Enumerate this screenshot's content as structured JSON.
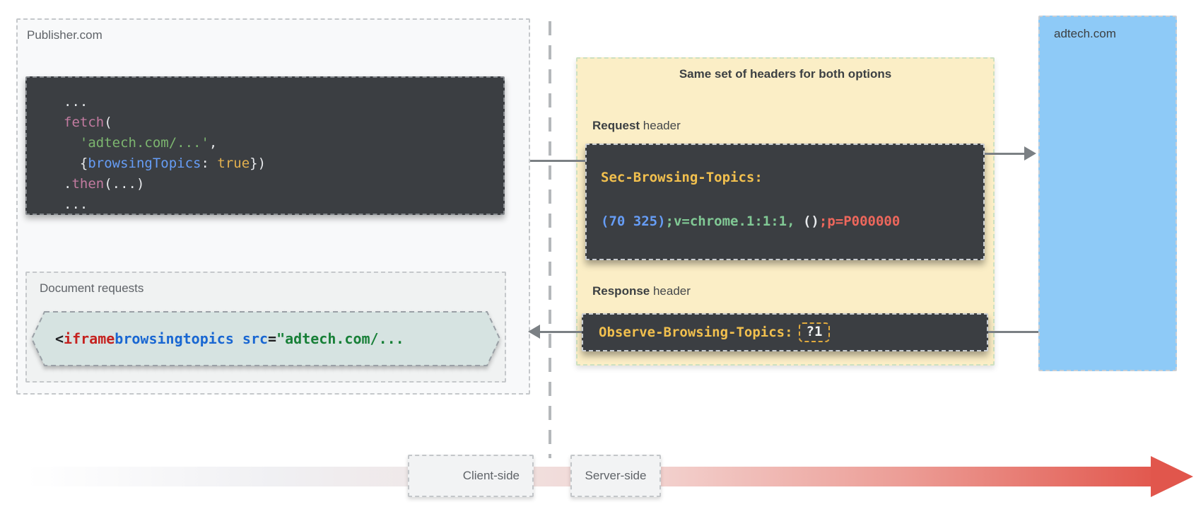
{
  "publisher": {
    "label": "Publisher.com",
    "fetch_code": {
      "lines": [
        [
          {
            "t": "...",
            "c": "white"
          }
        ],
        [
          {
            "t": "fetch",
            "c": "pink"
          },
          {
            "t": "(",
            "c": "white"
          }
        ],
        [
          {
            "t": "  'adtech.com/...'",
            "c": "green"
          },
          {
            "t": ",",
            "c": "white"
          }
        ],
        [
          {
            "t": "  {",
            "c": "white"
          },
          {
            "t": "browsingTopics",
            "c": "blue"
          },
          {
            "t": ": ",
            "c": "white"
          },
          {
            "t": "true",
            "c": "yellow"
          },
          {
            "t": "})",
            "c": "white"
          }
        ],
        [
          {
            "t": ".",
            "c": "white"
          },
          {
            "t": "then",
            "c": "pink"
          },
          {
            "t": "(...)",
            "c": "white"
          }
        ],
        [
          {
            "t": "...",
            "c": "white"
          }
        ]
      ]
    },
    "document_requests": {
      "label": "Document requests",
      "iframe_code": [
        {
          "t": "<",
          "c": "dark"
        },
        {
          "t": "iframe",
          "c": "dkred"
        },
        {
          "t": " ",
          "c": "dark"
        },
        {
          "t": "browsingtopics src",
          "c": "dkblue"
        },
        {
          "t": "=",
          "c": "dark"
        },
        {
          "t": "\"adtech.com/...",
          "c": "dkgreen"
        }
      ]
    }
  },
  "headers_panel": {
    "title": "Same set of headers for both options",
    "request": {
      "label_bold": "Request",
      "label_rest": " header",
      "code_lines": [
        [
          {
            "t": "Sec-Browsing-Topics:",
            "c": "gold"
          }
        ],
        [
          {
            "t": "(70 325)",
            "c": "blue"
          },
          {
            "t": ";v=chrome.1:1:1,",
            "c": "ltgreen"
          },
          {
            "t": " ()",
            "c": "white"
          },
          {
            "t": ";p=P000000",
            "c": "red"
          }
        ]
      ]
    },
    "response": {
      "label_bold": "Response",
      "label_rest": " header",
      "code_label": [
        {
          "t": "Observe-Browsing-Topics:",
          "c": "gold"
        }
      ],
      "value_badge": "?1"
    }
  },
  "adtech": {
    "label": "adtech.com"
  },
  "timeline": {
    "client_label": "Client-side",
    "server_label": "Server-side"
  },
  "colors": {
    "panel_yellow": "#fbeec6",
    "panel_yellow_border": "#cde0bf",
    "adtech_blue": "#8ecaf7",
    "dark_block": "#3b3e42",
    "hexagon_teal": "#d6e3e1",
    "arrow_gray": "#7b8084",
    "timeline_red": "#e2594f",
    "token_pink": "#c27ba0",
    "token_green": "#7cb56f",
    "token_blue": "#669df6",
    "token_yellow": "#e3b04e",
    "token_gold": "#f2c04e",
    "token_light_green": "#81c995",
    "token_red": "#ee675c",
    "token_white": "#e8eaed",
    "iframe_red": "#c5221f",
    "iframe_blue": "#1967d2",
    "iframe_green": "#188038"
  }
}
